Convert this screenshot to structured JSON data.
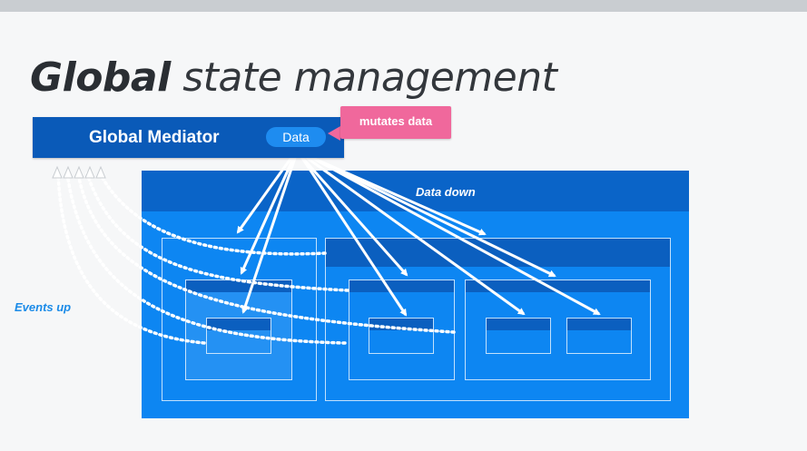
{
  "slide": {
    "title_bold": "Global",
    "title_rest": " state management"
  },
  "mediator": {
    "label": "Global Mediator",
    "data_pill": "Data"
  },
  "callout": {
    "text": "mutates data"
  },
  "app": {
    "data_down_label": "Data down",
    "events_up_label": "Events up"
  },
  "colors": {
    "mediator_blue": "#0a5ab8",
    "app_blue": "#0d86f2",
    "header_blue": "#0a64c8",
    "callout_pink": "#f0689c",
    "events_label": "#1b8be8"
  }
}
